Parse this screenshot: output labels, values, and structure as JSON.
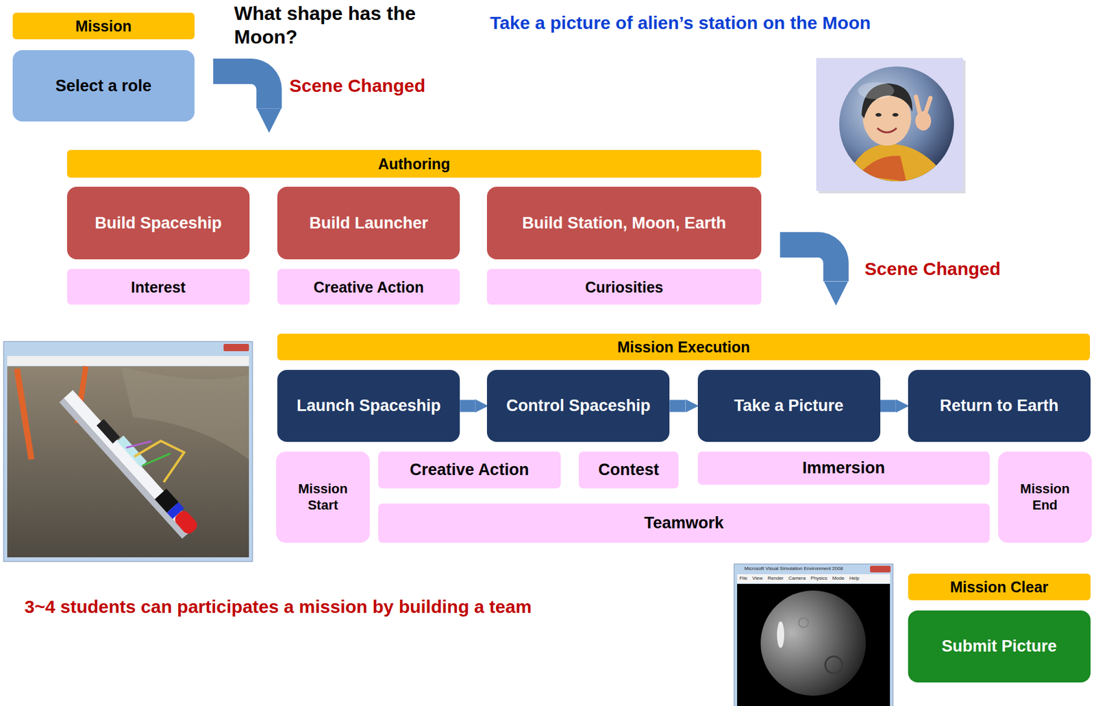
{
  "diagram": {
    "nodes": [
      {
        "text": [
          "Mission"
        ]
      },
      {
        "text": [
          "Select a role"
        ]
      },
      {
        "text": [
          "Authoring"
        ]
      },
      {
        "text": [
          "Build Spaceship"
        ]
      },
      {
        "text": [
          "Interest"
        ]
      },
      {
        "text": [
          "Build Launcher"
        ]
      },
      {
        "text": [
          "Creative Action"
        ]
      },
      {
        "text": [
          "Build Station, Moon, Earth"
        ]
      },
      {
        "text": [
          "Curiosities"
        ]
      },
      {
        "text": [
          "Mission Execution"
        ]
      },
      {
        "text": [
          "Launch Spaceship"
        ]
      },
      {
        "text": [
          "Control Spaceship"
        ]
      },
      {
        "text": [
          "Take a Picture"
        ]
      },
      {
        "text": [
          "Return to Earth"
        ]
      },
      {
        "text": [
          "Mission Start"
        ]
      },
      {
        "text": [
          "Creative Action"
        ]
      },
      {
        "text": [
          "Contest"
        ]
      },
      {
        "text": [
          "Immersion"
        ]
      },
      {
        "text": [
          "Teamwork"
        ]
      },
      {
        "text": [
          "Mission End"
        ]
      },
      {
        "text": [
          "Mission Clear"
        ]
      },
      {
        "text": [
          "Submit Picture"
        ]
      }
    ],
    "edges": [
      {
        "from": 1,
        "to": 2,
        "label": "Scene Changed",
        "arrow": "to"
      },
      {
        "from": 10,
        "to": 11,
        "arrow": "to"
      },
      {
        "from": 11,
        "to": 12,
        "arrow": "to"
      },
      {
        "from": 12,
        "to": 13,
        "arrow": "to"
      },
      {
        "from": 7,
        "to": 9,
        "label": "Scene Changed",
        "arrow": "to"
      }
    ],
    "labels": [
      "What shape has the Moon?",
      "Take a picture of alien’s station on the Moon",
      "3~4 students can participates a mission by building a team",
      "Microsoft Visual Simulation Environment 2008",
      "File View Render Camera Physics Mode Help"
    ]
  }
}
